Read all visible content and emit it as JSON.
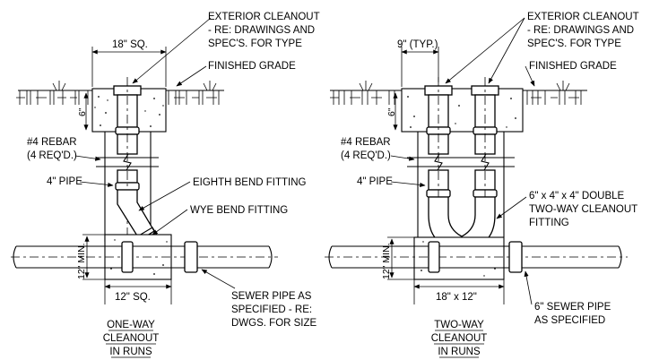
{
  "one_way": {
    "cleanout_label_1": "EXTERIOR CLEANOUT",
    "cleanout_label_2": "- RE: DRAWINGS AND",
    "cleanout_label_3": "SPEC'S. FOR TYPE",
    "box_dim": "18\" SQ.",
    "grade": "FINISHED GRADE",
    "depth": "6\"",
    "rebar_1": "#4 REBAR",
    "rebar_2": "(4 REQ'D.)",
    "pipe": "4\" PIPE",
    "eighth_bend": "EIGHTH BEND FITTING",
    "wye": "WYE BEND FITTING",
    "min_height": "12\" MIN.",
    "base_dim": "12\" SQ.",
    "sewer_1": "SEWER PIPE AS",
    "sewer_2": "SPECIFIED - RE:",
    "sewer_3": "DWGS. FOR SIZE",
    "title_1": "ONE-WAY",
    "title_2": "CLEANOUT",
    "title_3": "IN RUNS"
  },
  "two_way": {
    "cleanout_label_1": "EXTERIOR CLEANOUT",
    "cleanout_label_2": "- RE: DRAWINGS AND",
    "cleanout_label_3": "SPEC'S. FOR TYPE",
    "spacing": "9\" (TYP.)",
    "grade": "FINISHED GRADE",
    "depth": "6\"",
    "rebar_1": "#4 REBAR",
    "rebar_2": "(4 REQ'D.)",
    "pipe": "4\" PIPE",
    "fitting_1": "6\" x 4\" x 4\" DOUBLE",
    "fitting_2": "TWO-WAY CLEANOUT",
    "fitting_3": "FITTING",
    "min_height": "12\" MIN.",
    "base_dim": "18\" x 12\"",
    "sewer_1": "6\" SEWER PIPE",
    "sewer_2": "AS SPECIFIED",
    "title_1": "TWO-WAY",
    "title_2": "CLEANOUT",
    "title_3": "IN RUNS"
  }
}
